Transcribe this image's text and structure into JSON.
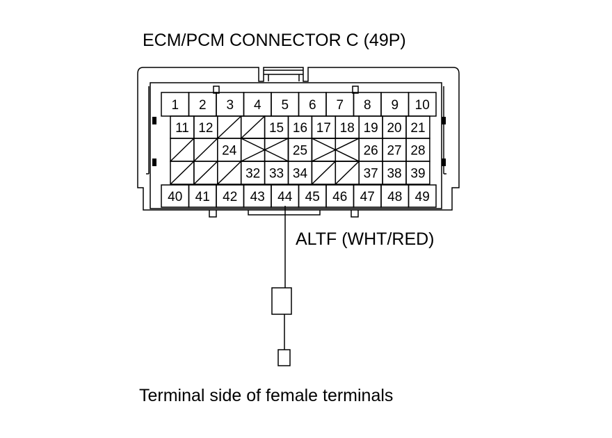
{
  "title": "ECM/PCM CONNECTOR C (49P)",
  "wire_label": "ALTF (WHT/RED)",
  "caption": "Terminal side of female terminals",
  "rows": [
    [
      "1",
      "2",
      "3",
      "4",
      "5",
      "6",
      "7",
      "8",
      "9",
      "10"
    ],
    [
      "11",
      "12",
      "",
      "",
      "15",
      "16",
      "17",
      "18",
      "19",
      "20",
      "21"
    ],
    [
      "",
      "",
      "24",
      "",
      "",
      "25",
      "",
      "",
      "26",
      "27",
      "28"
    ],
    [
      "",
      "",
      "",
      "32",
      "33",
      "34",
      "",
      "",
      "37",
      "38",
      "39"
    ],
    [
      "40",
      "41",
      "42",
      "43",
      "44",
      "45",
      "46",
      "47",
      "48",
      "49"
    ]
  ]
}
